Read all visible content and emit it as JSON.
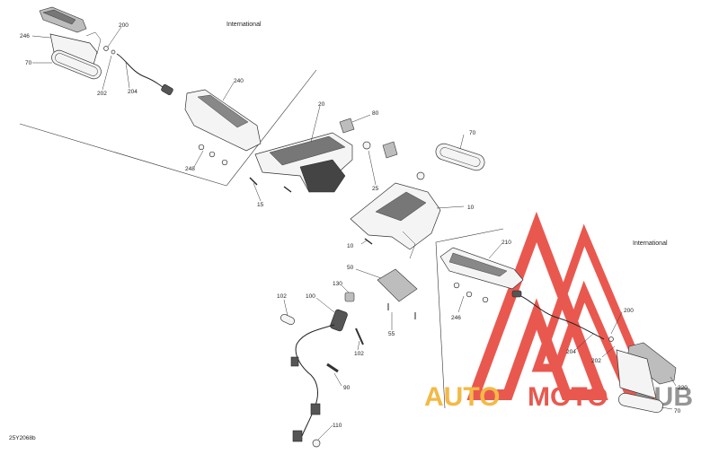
{
  "sections": {
    "international_top": "International",
    "international_right": "International"
  },
  "drawing_code": "25Y2068b",
  "callouts": {
    "c200_top": "200",
    "c246_top": "246",
    "c70_top": "70",
    "c202_top": "202",
    "c204_top": "204",
    "c240": "240",
    "c248": "248",
    "c15": "15",
    "c20": "20",
    "c80": "80",
    "c25": "25",
    "c70_mid": "70",
    "c10_a": "10",
    "c10_b": "10",
    "c50": "50",
    "c55": "55",
    "c102_a": "102",
    "c100": "100",
    "c130": "130",
    "c102_b": "102",
    "c90": "90",
    "c110": "110",
    "c210": "210",
    "c246_right": "246",
    "c200_right": "200",
    "c204_right": "204",
    "c202_right": "202",
    "c220": "220",
    "c70_right": "70"
  },
  "watermark": {
    "auto": "AUTO",
    "moto": "MOTO",
    "hub": "HUB",
    "colors": {
      "auto": "#f2b233",
      "moto": "#e7473c",
      "hub": "#8a8a8a",
      "triangle": "#e7473c"
    }
  }
}
